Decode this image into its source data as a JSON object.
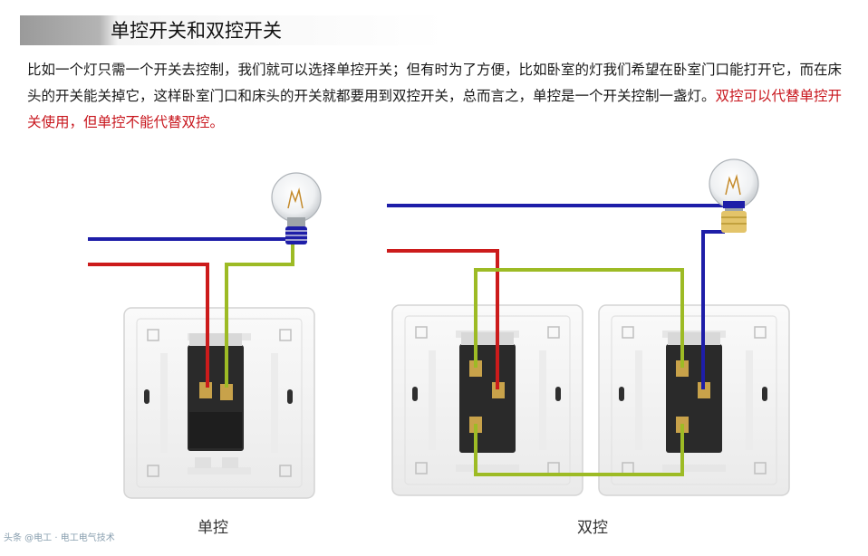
{
  "header": {
    "title": "单控开关和双控开关"
  },
  "description": {
    "text_plain": "比如一个灯只需一个开关去控制，我们就可以选择单控开关；但有时为了方便，比如卧室的灯我们希望在卧室门口能打开它，而在床头的开关能关掉它，这样卧室门口和床头的开关就都要用到双控开关，总而言之，单控是一个开关控制一盏灯。",
    "text_highlight": "双控可以代替单控开关使用，但单控不能代替双控。"
  },
  "captions": {
    "single": "单控",
    "double": "双控"
  },
  "watermark": "头条 @电工 · 电工电气技术",
  "colors": {
    "live_wire": "#cc1b1b",
    "neutral_wire": "#1e1ea8",
    "switched_wire": "#9dbb25",
    "switch_body": "#2a2a2a",
    "plate": "#f4f4f4"
  }
}
